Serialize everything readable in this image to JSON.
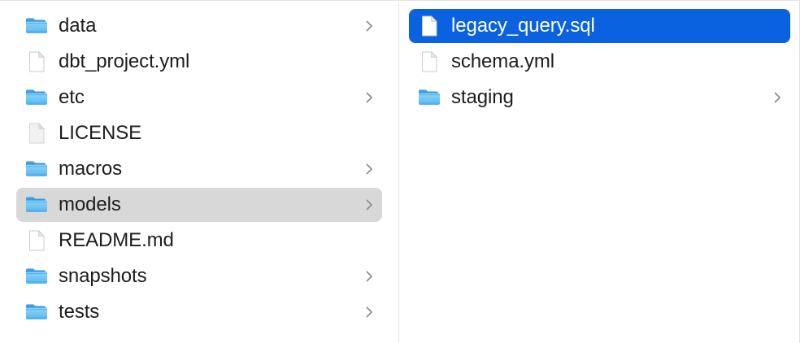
{
  "theme": {
    "background": "#ffffff",
    "divider": "#e3e3e5",
    "text": "#1d1d1f",
    "selection_active_bg": "#0a62e0",
    "selection_active_text": "#ffffff",
    "selection_inactive_bg": "#d8d8d8",
    "chevron": "#8e8e93",
    "folder_blue": "#5ac8f5"
  },
  "columns": [
    {
      "name": "parent-column",
      "items": [
        {
          "label": "data",
          "kind": "folder",
          "icon": "folder-icon",
          "chevron": true,
          "selected": "none"
        },
        {
          "label": "dbt_project.yml",
          "kind": "file",
          "icon": "document-icon",
          "chevron": false,
          "selected": "none"
        },
        {
          "label": "etc",
          "kind": "folder",
          "icon": "folder-icon",
          "chevron": true,
          "selected": "none"
        },
        {
          "label": "LICENSE",
          "kind": "file-generic",
          "icon": "generic-document-icon",
          "chevron": false,
          "selected": "none"
        },
        {
          "label": "macros",
          "kind": "folder",
          "icon": "folder-icon",
          "chevron": true,
          "selected": "none"
        },
        {
          "label": "models",
          "kind": "folder",
          "icon": "folder-icon",
          "chevron": true,
          "selected": "inactive"
        },
        {
          "label": "README.md",
          "kind": "file",
          "icon": "document-icon",
          "chevron": false,
          "selected": "none"
        },
        {
          "label": "snapshots",
          "kind": "folder",
          "icon": "folder-icon",
          "chevron": true,
          "selected": "none"
        },
        {
          "label": "tests",
          "kind": "folder",
          "icon": "folder-icon",
          "chevron": true,
          "selected": "none"
        }
      ]
    },
    {
      "name": "child-column",
      "items": [
        {
          "label": "legacy_query.sql",
          "kind": "file",
          "icon": "document-icon",
          "chevron": false,
          "selected": "active"
        },
        {
          "label": "schema.yml",
          "kind": "file",
          "icon": "document-icon",
          "chevron": false,
          "selected": "none"
        },
        {
          "label": "staging",
          "kind": "folder",
          "icon": "folder-icon",
          "chevron": true,
          "selected": "none"
        }
      ]
    }
  ]
}
